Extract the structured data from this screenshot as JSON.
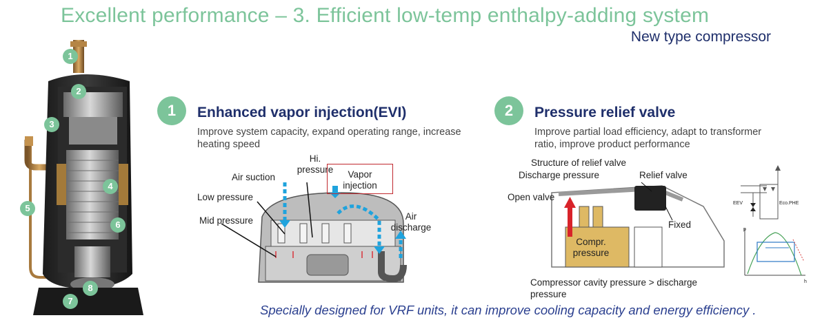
{
  "header": {
    "title": "Excellent performance – 3. Efficient low-temp enthalpy-adding system",
    "subtitle": "New type compressor"
  },
  "compressor": {
    "markers": [
      "1",
      "2",
      "3",
      "4",
      "5",
      "6",
      "7",
      "8"
    ]
  },
  "section1": {
    "number": "1",
    "heading": "Enhanced vapor injection(EVI)",
    "description": "Improve system capacity, expand operating range, increase heating speed",
    "labels": {
      "air_suction": "Air suction",
      "hi_pressure_1": "Hi.",
      "hi_pressure_2": "pressure",
      "vapor_1": "Vapor",
      "vapor_2": "injection",
      "low_pressure": "Low pressure",
      "mid_pressure": "Mid pressure",
      "air_1": "Air",
      "air_2": "discharge"
    }
  },
  "section2": {
    "number": "2",
    "heading": "Pressure relief valve",
    "description": "Improve partial load efficiency, adapt to transformer ratio, improve product performance",
    "labels": {
      "structure": "Structure of relief valve",
      "discharge_pressure": "Discharge pressure",
      "relief_valve": "Relief valve",
      "open_valve": "Open valve",
      "fixed": "Fixed",
      "compr_1": "Compr.",
      "compr_2": "pressure",
      "caption": "Compressor cavity pressure > discharge pressure",
      "eev": "EEV",
      "ecophe": "Eco.PHE",
      "axis_p": "p",
      "axis_h": "h"
    }
  },
  "footer": {
    "text": "Specially designed for VRF units, it can improve cooling capacity and energy efficiency ."
  }
}
